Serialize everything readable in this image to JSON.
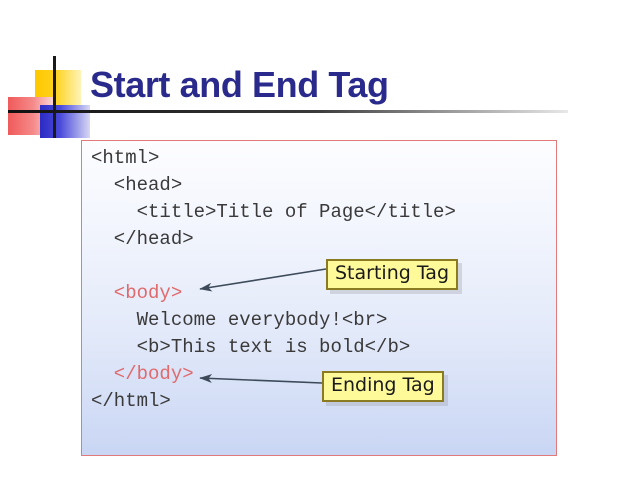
{
  "slide": {
    "title": "Start and End Tag",
    "title_color": "#2A2A8C",
    "background_color": "#FFFFFF"
  },
  "logo": {
    "yellow_color": "#FFC800",
    "red_color": "#F05A5A",
    "blue_color": "#2B2BC4",
    "rule_color": "#111111"
  },
  "code_panel": {
    "border_color": "#E2797B",
    "background_top_color": "#FDFDFF",
    "background_bottom_color": "#C9D6F4",
    "text_color": "#3A3A3A",
    "highlight_color": "#E06A6C",
    "lines": [
      {
        "indent": 0,
        "text": "<html>",
        "highlighted": false
      },
      {
        "indent": 1,
        "text": "<head>",
        "highlighted": false
      },
      {
        "indent": 2,
        "text": "<title>Title of Page</title>",
        "highlighted": false
      },
      {
        "indent": 1,
        "text": "</head>",
        "highlighted": false
      },
      {
        "indent": 0,
        "text": "",
        "highlighted": false
      },
      {
        "indent": 1,
        "text": "<body>",
        "highlighted": true
      },
      {
        "indent": 2,
        "text": "Welcome everybody!<br>",
        "highlighted": false
      },
      {
        "indent": 2,
        "text": "<b>This text is bold</b>",
        "highlighted": false
      },
      {
        "indent": 1,
        "text": "</body>",
        "highlighted": true
      },
      {
        "indent": 0,
        "text": "</html>",
        "highlighted": false
      }
    ]
  },
  "callouts": [
    {
      "id": "starting-tag",
      "label": "Starting Tag",
      "background_color": "#FFFA99",
      "border_color": "#8A7A22",
      "points_to": "<body>"
    },
    {
      "id": "ending-tag",
      "label": "Ending Tag",
      "background_color": "#FFFA99",
      "border_color": "#8A7A22",
      "points_to": "</body>"
    }
  ]
}
